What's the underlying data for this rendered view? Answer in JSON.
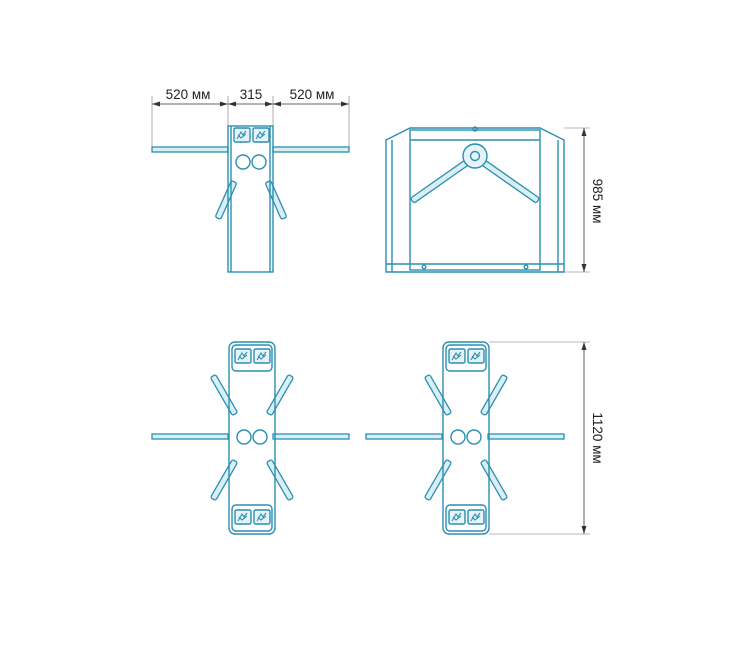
{
  "dimensions": {
    "arm_left": "520 мм",
    "body_width": "315",
    "arm_right": "520 мм",
    "height": "985 мм",
    "depth": "1120 мм"
  }
}
